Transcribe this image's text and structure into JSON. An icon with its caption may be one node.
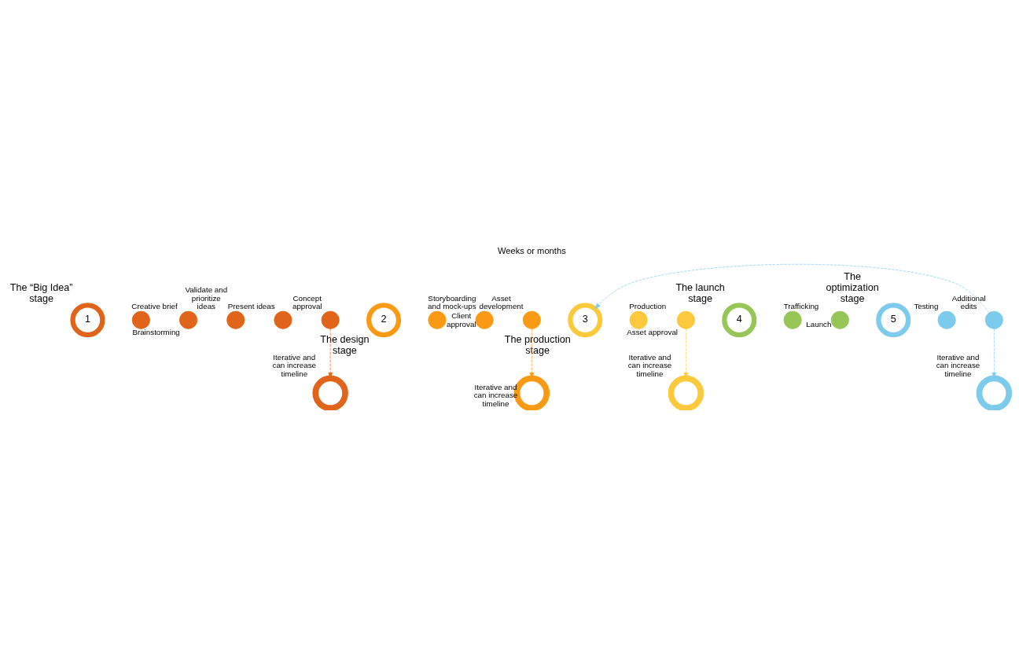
{
  "diagram": {
    "nodes": [
      {
        "text": [
          "1"
        ],
        "beside": [
          "The “Big Idea” stage"
        ]
      },
      {
        "text": [],
        "shape": "circle",
        "beside": [
          "Creative brief"
        ]
      },
      {
        "text": [],
        "shape": "circle",
        "beside": [
          "Brainstorming"
        ]
      },
      {
        "text": [],
        "shape": "circle",
        "beside": [
          "Validate and prioritize ideas"
        ]
      },
      {
        "text": [],
        "shape": "circle",
        "beside": [
          "Present ideas"
        ]
      },
      {
        "text": [],
        "shape": "circle",
        "beside": [
          "Concept approval"
        ]
      },
      {
        "text": [
          "2"
        ],
        "beside": [
          "The design stage"
        ]
      },
      {
        "text": [],
        "shape": "circle",
        "beside": [
          "Storyboarding and mock-ups"
        ]
      },
      {
        "text": [],
        "shape": "circle",
        "beside": [
          "Client approval"
        ]
      },
      {
        "text": [],
        "shape": "circle",
        "beside": [
          "Asset development"
        ]
      },
      {
        "text": [
          "3"
        ],
        "beside": [
          "The production stage"
        ]
      },
      {
        "text": [],
        "shape": "circle",
        "beside": [
          "Production"
        ]
      },
      {
        "text": [],
        "shape": "circle",
        "beside": [
          "Asset approval"
        ]
      },
      {
        "text": [
          "4"
        ],
        "beside": [
          "The launch stage"
        ]
      },
      {
        "text": [],
        "shape": "circle",
        "beside": [
          "Trafficking"
        ]
      },
      {
        "text": [],
        "shape": "circle",
        "beside": [
          "Launch"
        ]
      },
      {
        "text": [
          "5"
        ],
        "beside": [
          "The optimization stage"
        ]
      },
      {
        "text": [],
        "shape": "circle",
        "beside": [
          "Testing"
        ]
      },
      {
        "text": [],
        "shape": "circle",
        "beside": [
          "Additional edits"
        ]
      },
      {
        "text": [],
        "shape": "circle",
        "beside": [
          "Iterative and can increase timeline"
        ]
      },
      {
        "text": [],
        "shape": "circle",
        "beside": [
          "Iterative and can increase timeline"
        ]
      },
      {
        "text": [],
        "shape": "circle",
        "beside": [
          "Iterative and can increase timeline"
        ]
      },
      {
        "text": [],
        "shape": "circle",
        "beside": [
          "Iterative and can increase timeline"
        ]
      }
    ],
    "edges": [
      {
        "from": 5,
        "to": 19,
        "arrow": "to",
        "style": "dashed",
        "color": "#e0641a"
      },
      {
        "from": 9,
        "to": 20,
        "arrow": "to",
        "style": "dashed",
        "color": "#fa9a14"
      },
      {
        "from": 12,
        "to": 21,
        "arrow": "to",
        "style": "dashed",
        "color": "#fdc93c"
      },
      {
        "from": 18,
        "to": 22,
        "arrow": "to",
        "style": "dashed",
        "color": "#7ccbec"
      },
      {
        "from": 18,
        "to": 10,
        "arrow": "to",
        "style": "dashed",
        "color": "#7ccbec"
      }
    ],
    "labels": [
      "Weeks or months"
    ]
  }
}
